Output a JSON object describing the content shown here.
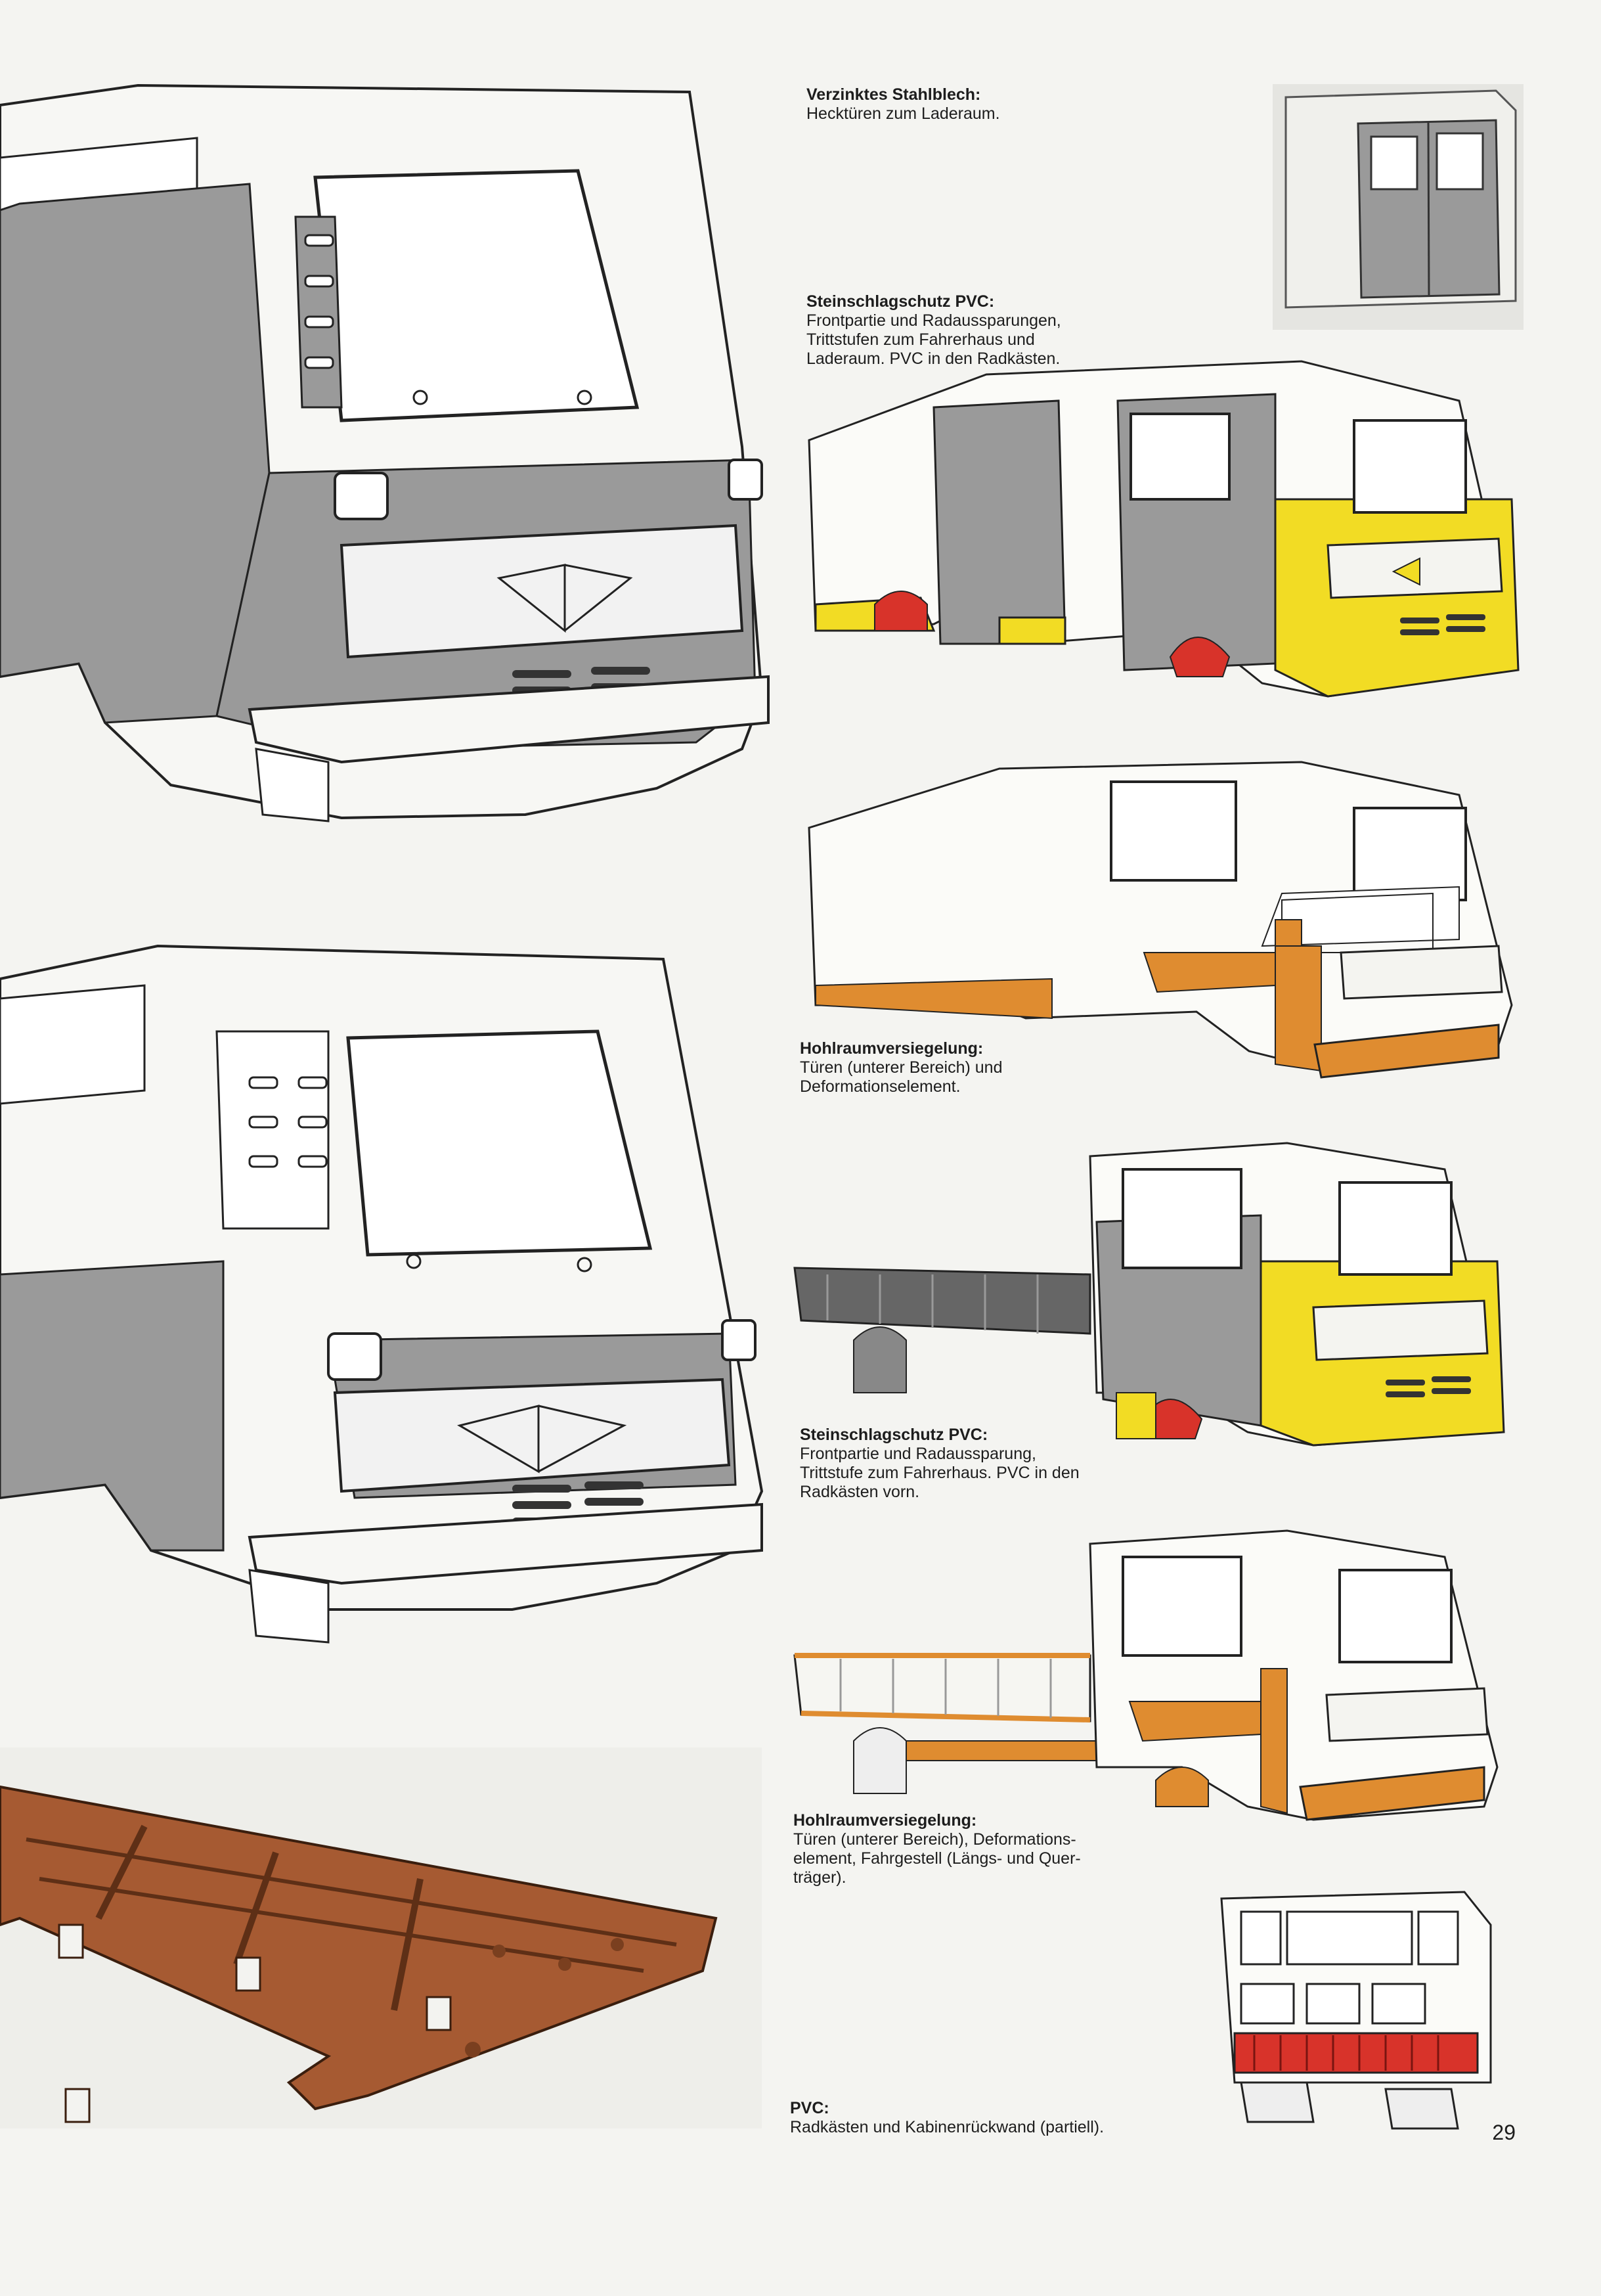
{
  "colors": {
    "galvanized_grey": "#9a9a9a",
    "stonechip_yellow": "#f2dc24",
    "cavity_orange": "#df8c30",
    "pvc_red": "#d8332a",
    "frame_brown": "#a65a32"
  },
  "captions": [
    {
      "title": "Verzinktes Stahlblech:",
      "body": "Hecktüren zum Laderaum."
    },
    {
      "title": "Steinschlagschutz PVC:",
      "body": "Frontpartie und Radaussparungen,\nTrittstufen zum Fahrerhaus und\nLaderaum. PVC in den Radkästen."
    },
    {
      "title": "Hohlraumversiegelung:",
      "body": "Türen (unterer Bereich) und\nDeformationselement."
    },
    {
      "title": "Steinschlagschutz PVC:",
      "body": "Frontpartie und Radaussparung,\nTrittstufe zum Fahrerhaus. PVC in den\nRadkästen vorn."
    },
    {
      "title": "Hohlraumversiegelung:",
      "body": "Türen (unterer Bereich), Deformations-\nelement, Fahrgestell (Längs- und Quer-\nträger)."
    },
    {
      "title": "PVC:",
      "body": "Radkästen und Kabinenrückwand (partiell)."
    }
  ],
  "page_number": "29"
}
